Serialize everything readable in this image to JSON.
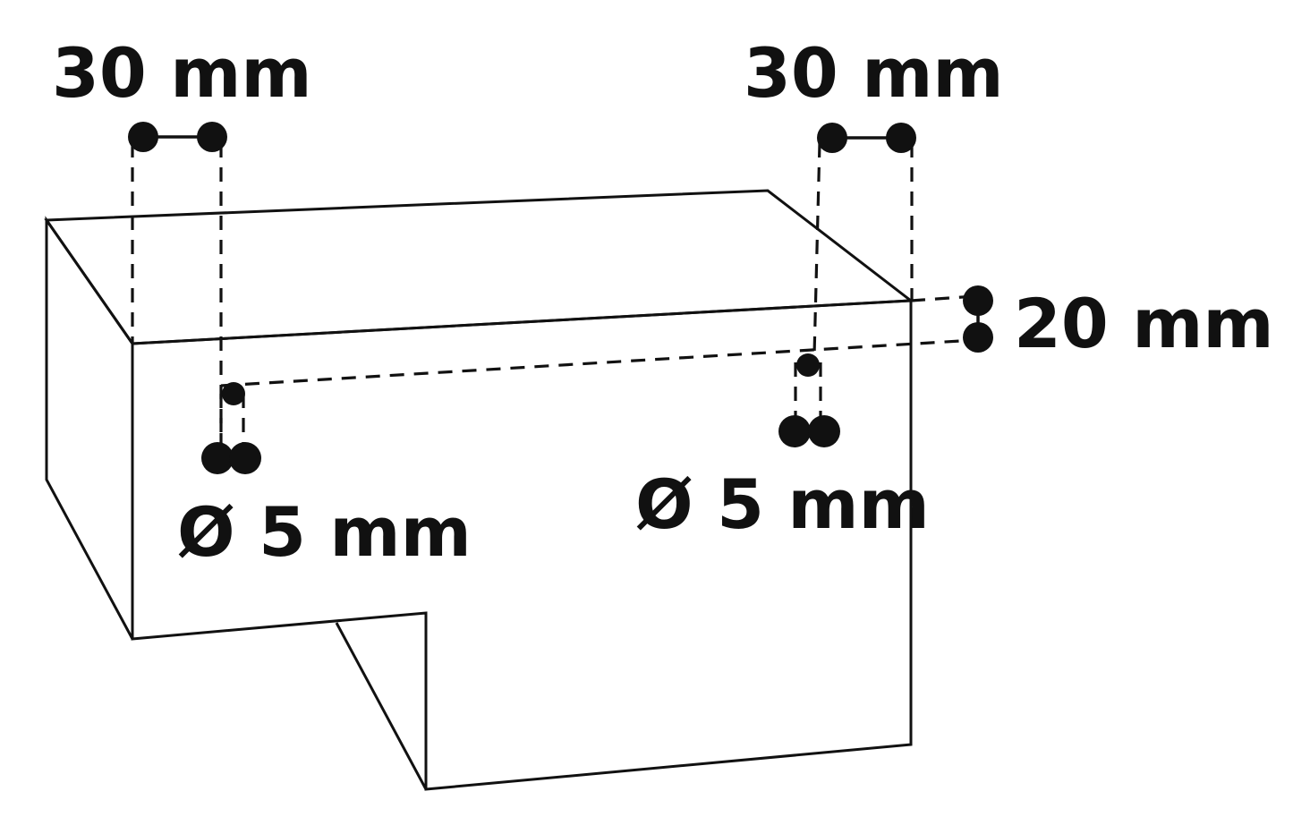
{
  "colors": {
    "line": "#111111",
    "background": "#ffffff"
  },
  "labels": {
    "top_left": "30 mm",
    "top_right": "30 mm",
    "right_offset": "20 mm",
    "hole_left": "Ø 5 mm",
    "hole_right": "Ø 5 mm"
  }
}
